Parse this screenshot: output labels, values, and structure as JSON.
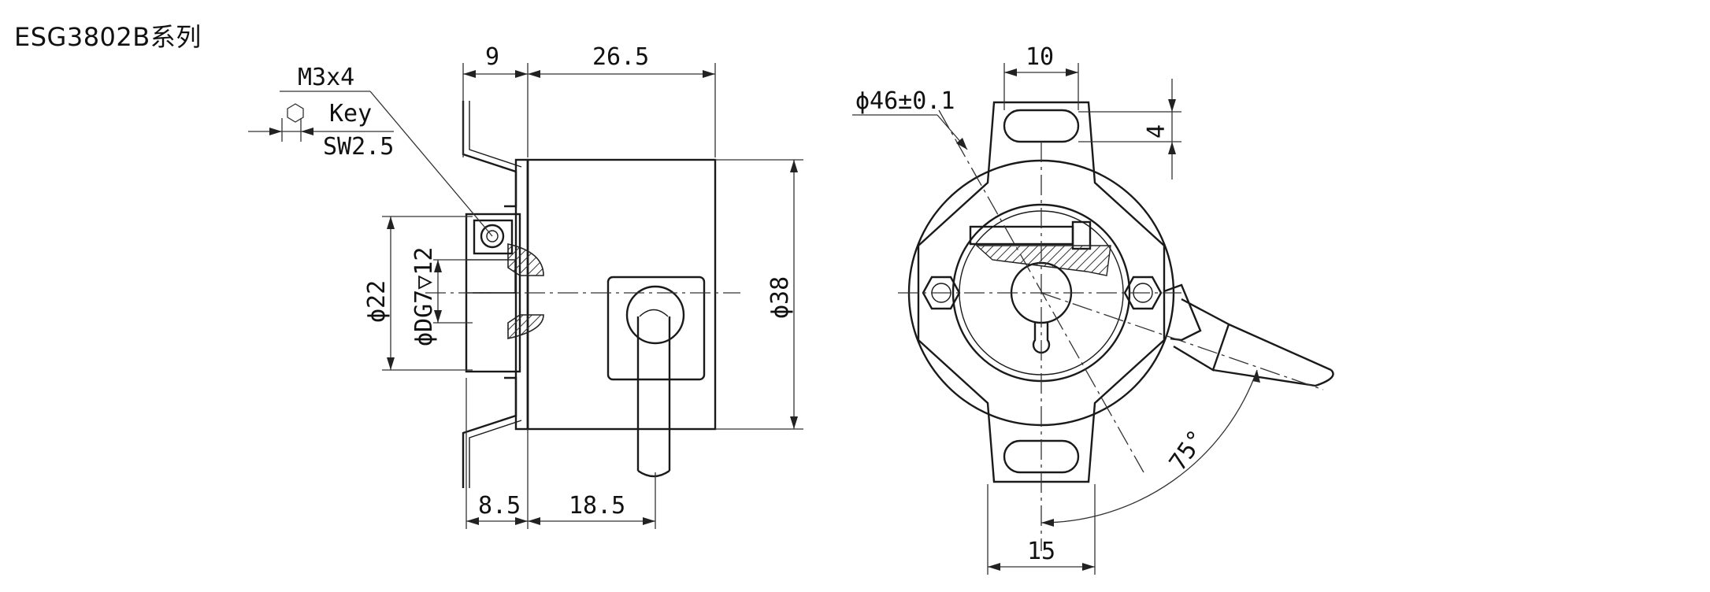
{
  "title": "ESG3802B系列",
  "side_view": {
    "dim_top_flange": "9",
    "dim_top_body": "26.5",
    "label_screw": "M3x4",
    "label_key": "Key",
    "label_sw": "SW2.5",
    "dim_d22": "ϕ22",
    "dim_bore": "ϕDG7▽12",
    "dim_d38": "ϕ38",
    "dim_bottom_flange": "8.5",
    "dim_bottom_cable": "18.5"
  },
  "front_view": {
    "dim_slot_width": "10",
    "dim_bolt_circle": "ϕ46±0.1",
    "dim_slot_height": "4",
    "dim_angle": "75°",
    "dim_bottom_width": "15"
  }
}
